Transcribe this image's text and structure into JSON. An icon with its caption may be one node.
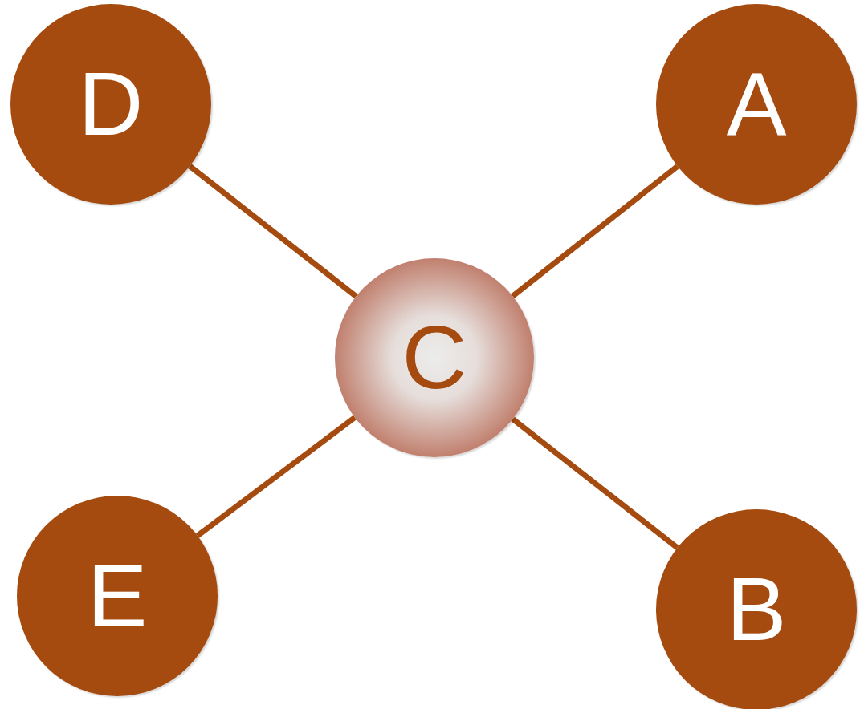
{
  "diagram": {
    "nodes": [
      {
        "text": [
          "D"
        ]
      },
      {
        "text": [
          "A"
        ]
      },
      {
        "text": [
          "C"
        ]
      },
      {
        "text": [
          "E"
        ]
      },
      {
        "text": [
          "B"
        ]
      }
    ],
    "edges": [
      {
        "from": 2,
        "to": 0,
        "arrow": "none"
      },
      {
        "from": 2,
        "to": 1,
        "arrow": "none"
      },
      {
        "from": 2,
        "to": 3,
        "arrow": "none"
      },
      {
        "from": 2,
        "to": 4,
        "arrow": "none"
      }
    ]
  }
}
